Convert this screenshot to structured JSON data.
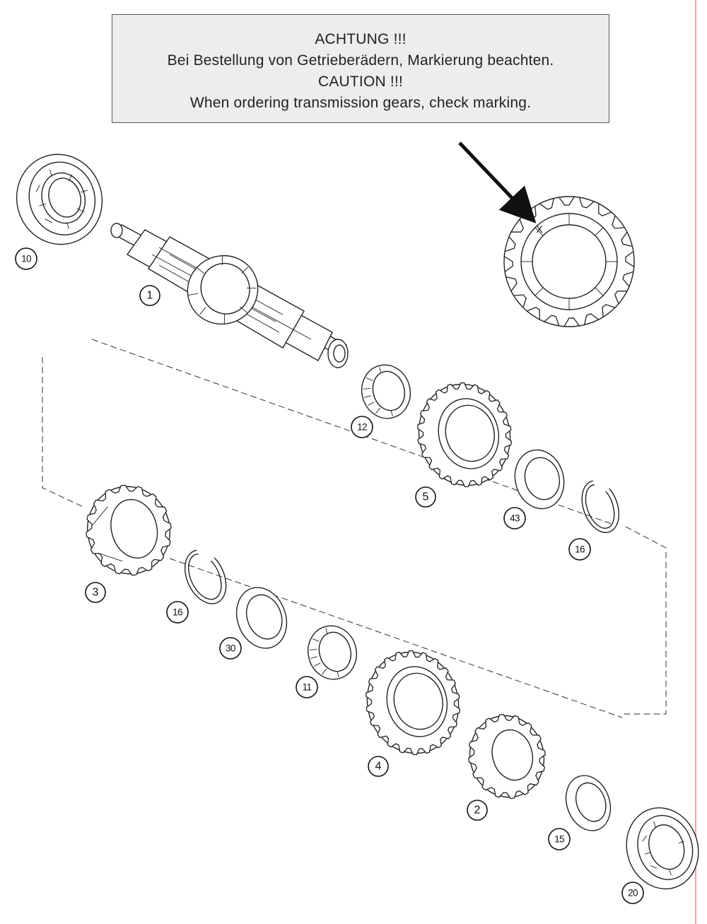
{
  "notice": {
    "line1": "ACHTUNG !!!",
    "line2": "Bei Bestellung von Getrieberädern, Markierung beachten.",
    "line3": "CAUTION !!!",
    "line4": "When ordering transmission gears, check marking."
  },
  "marking_symbol": "X",
  "callouts": {
    "c1": "1",
    "c2": "2",
    "c3": "3",
    "c4": "4",
    "c5": "5",
    "c10": "10",
    "c11": "11",
    "c12": "12",
    "c15": "15",
    "c16a": "16",
    "c16b": "16",
    "c20": "20",
    "c30": "30",
    "c43": "43"
  },
  "colors": {
    "notice_background": "#ededed",
    "line_art": "#222222",
    "page_edge": "#e8a6a6"
  }
}
